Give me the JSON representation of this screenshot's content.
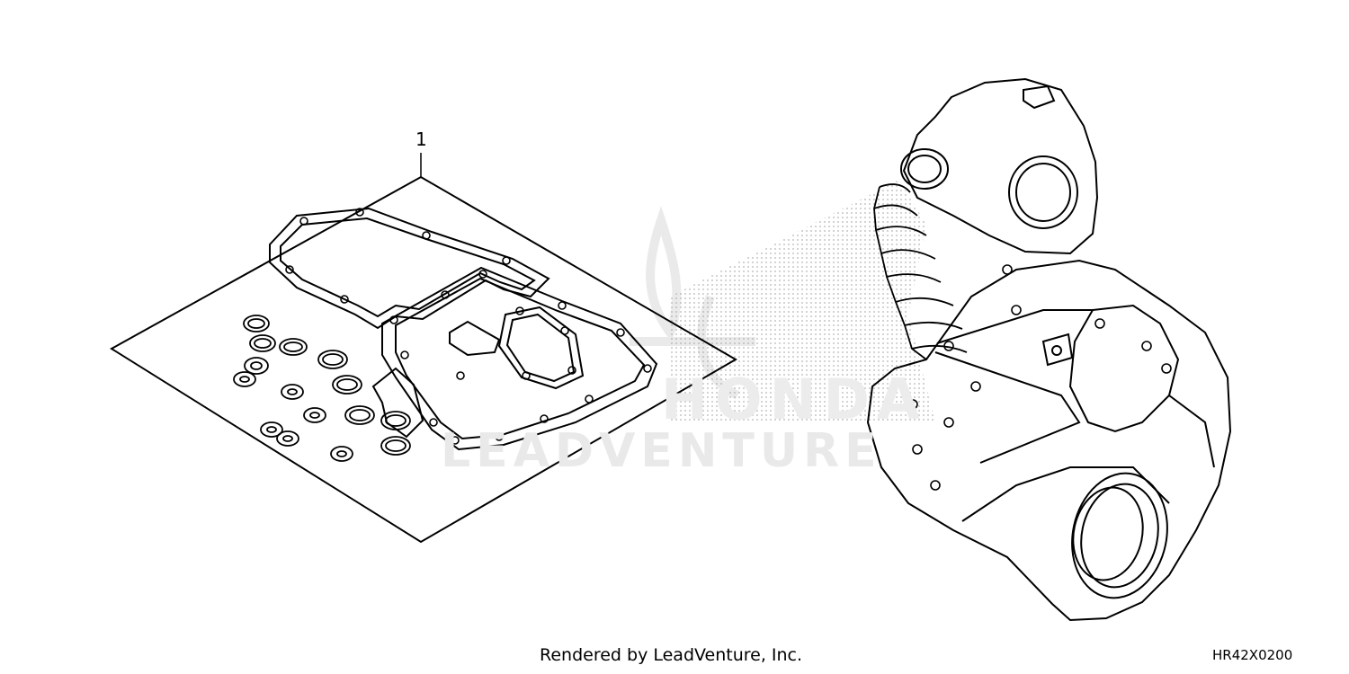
{
  "diagram": {
    "callout_number": "1",
    "watermark_text": "LEADVENTURE",
    "watermark_brand": "HONDA",
    "footer_text": "Rendered by LeadVenture, Inc.",
    "diagram_code": "HR42X0200"
  },
  "colors": {
    "line": "#000000",
    "watermark": "#e9e9e9",
    "stipple": "#9a9a9a"
  }
}
